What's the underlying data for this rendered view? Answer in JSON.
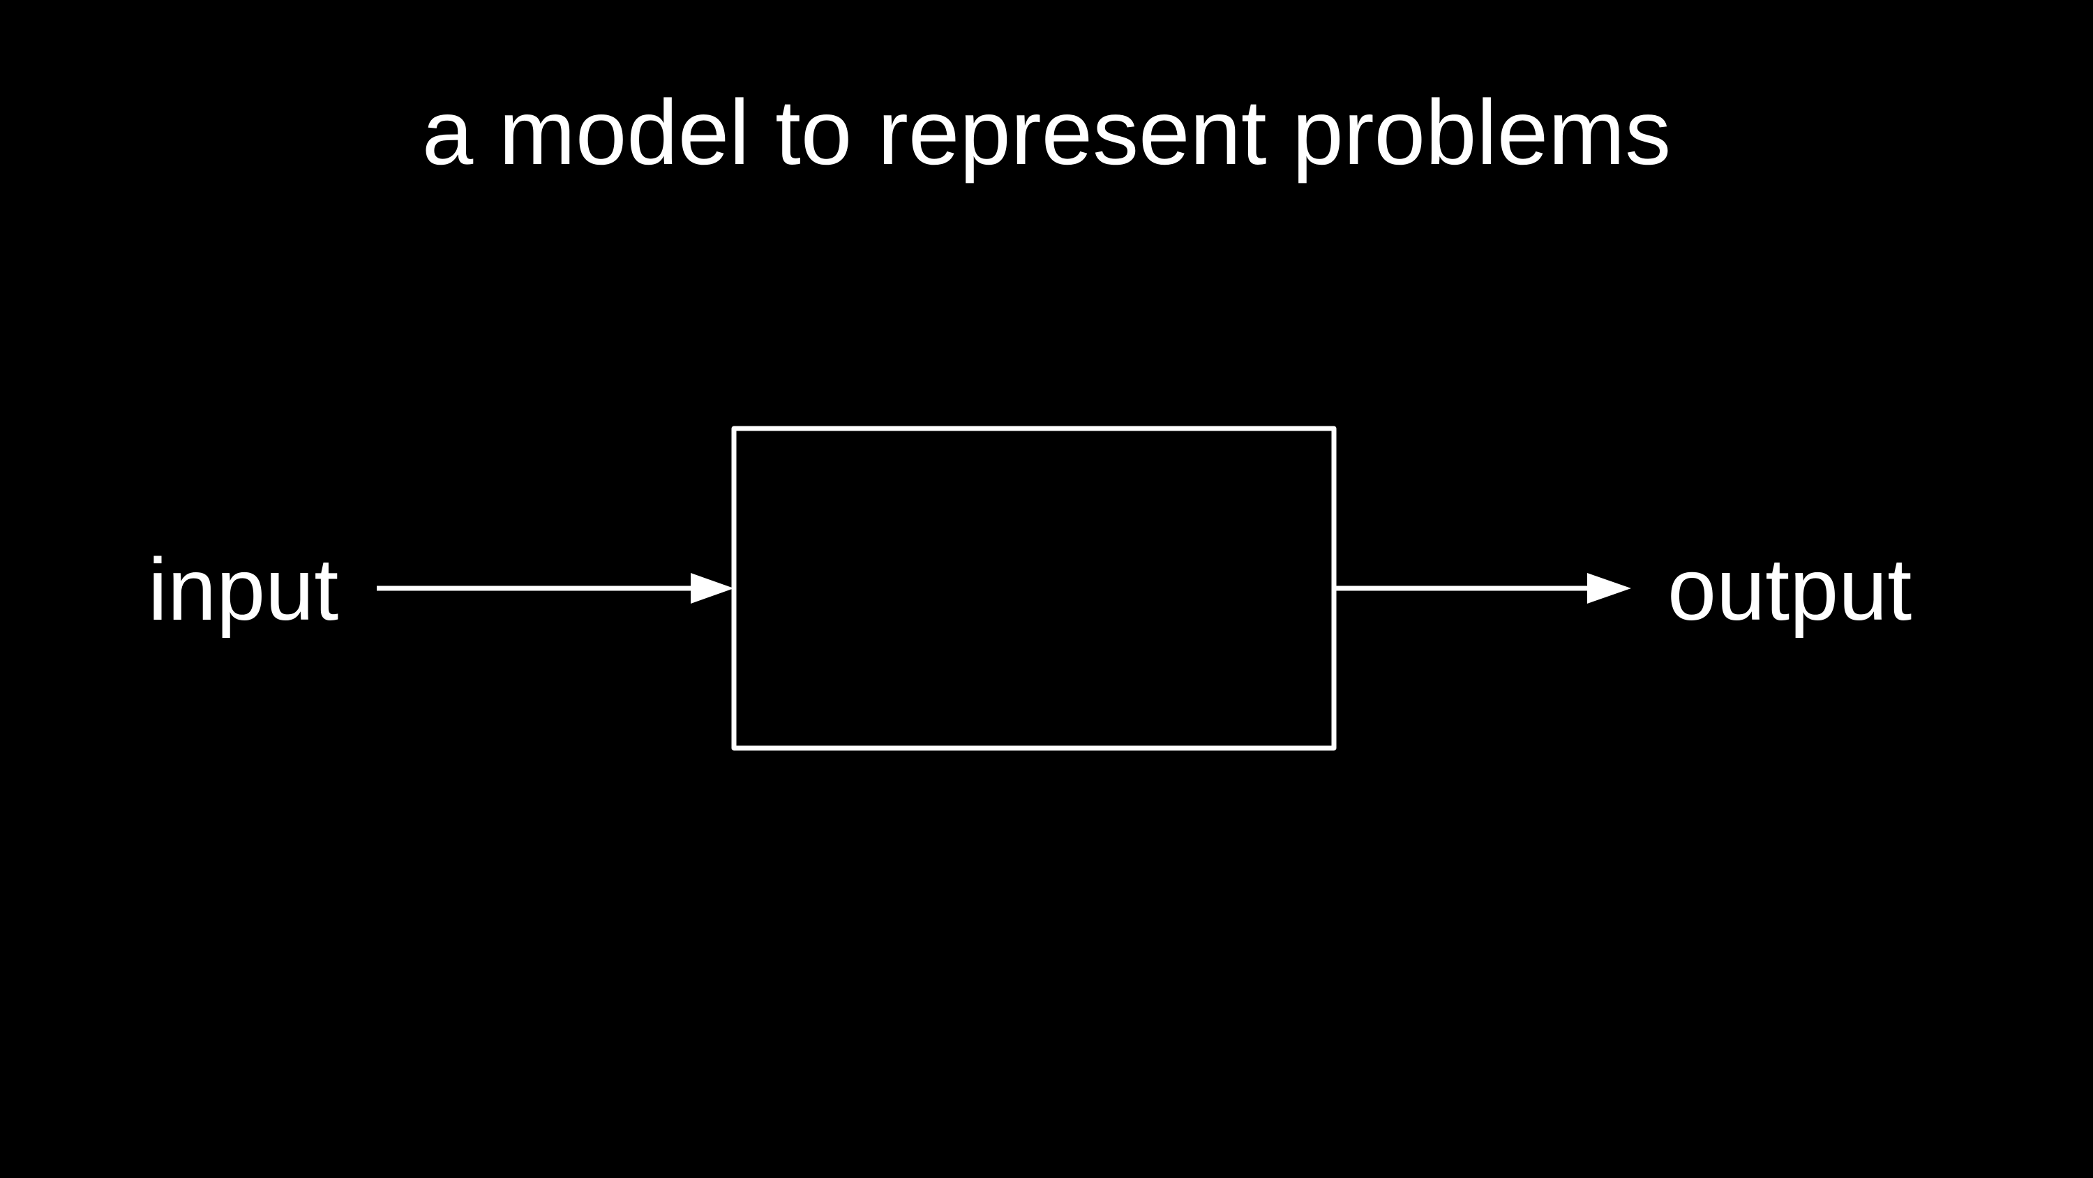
{
  "theme": {
    "background": "#000000",
    "foreground": "#ffffff"
  },
  "slide": {
    "title": "a model to represent problems"
  },
  "diagram": {
    "input_label": "input",
    "output_label": "output",
    "box_label": "",
    "connections": [
      {
        "from": "input",
        "to": "box"
      },
      {
        "from": "box",
        "to": "output"
      }
    ]
  }
}
